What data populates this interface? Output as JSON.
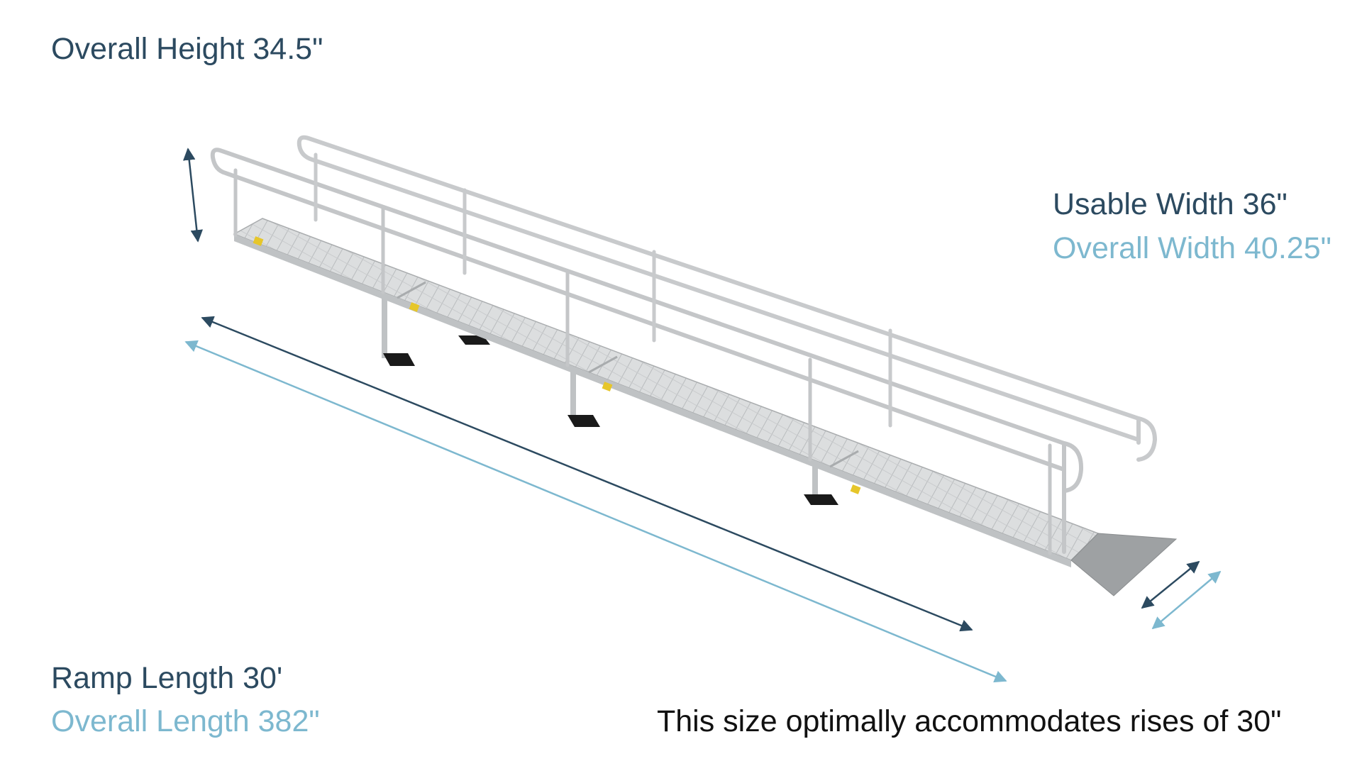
{
  "labels": {
    "overall_height": "Overall Height 34.5\"",
    "usable_width": "Usable Width 36\"",
    "overall_width": "Overall Width 40.25\"",
    "ramp_length": "Ramp Length 30'",
    "overall_length": "Overall Length 382\"",
    "rise_note": "This size optimally accommodates rises of 30\""
  },
  "colors": {
    "dimension_dark": "#2c4a60",
    "dimension_light": "#7db8cf",
    "rail_silver": "#c4c6c8",
    "deck_silver": "#d6d8da",
    "foot_black": "#1a1a1a",
    "warning_label": "#e6c62a"
  }
}
